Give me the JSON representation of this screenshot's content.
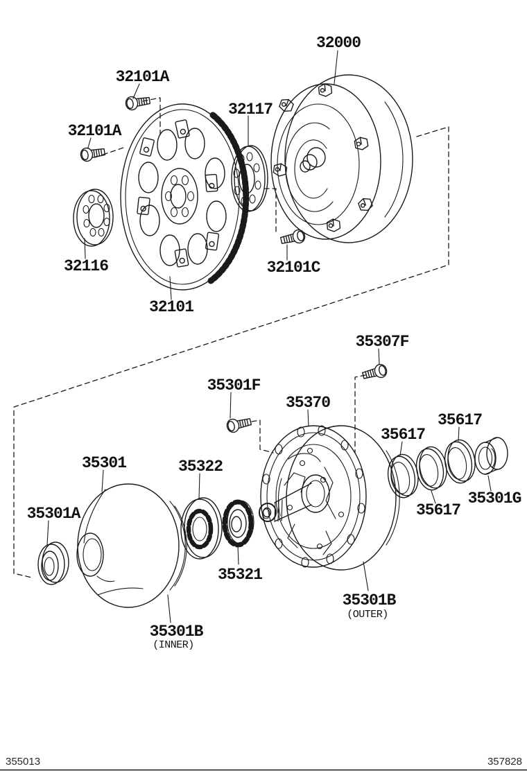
{
  "page": {
    "type": "exploded-parts-diagram",
    "background": "#ffffff",
    "line_color": "#1a1a1a"
  },
  "callouts": {
    "bolt_32101a_upper": "32101A",
    "bolt_32101a_lower": "32101A",
    "torque_converter_32000": "32000",
    "ring_gear_32117": "32117",
    "spacer_32116": "32116",
    "drive_plate_32101": "32101",
    "bolt_32101c": "32101C",
    "bolt_35307f": "35307F",
    "bolt_35301f": "35301F",
    "pump_plate_35370": "35370",
    "seal_ring_35617_left": "35617",
    "seal_ring_35617_mid": "35617",
    "seal_ring_35617_right": "35617",
    "bushing_35301g": "35301G",
    "pump_cover_35301": "35301",
    "rotor_35322": "35322",
    "oil_seal_35301a": "35301A",
    "gear_35321": "35321",
    "pump_body_outer_35301b": "35301B",
    "pump_body_outer_qualifier": "(OUTER)",
    "pump_body_inner_35301b": "35301B",
    "pump_body_inner_qualifier": "(INNER)"
  },
  "footer": {
    "left_code": "355013",
    "right_code": "357828"
  }
}
